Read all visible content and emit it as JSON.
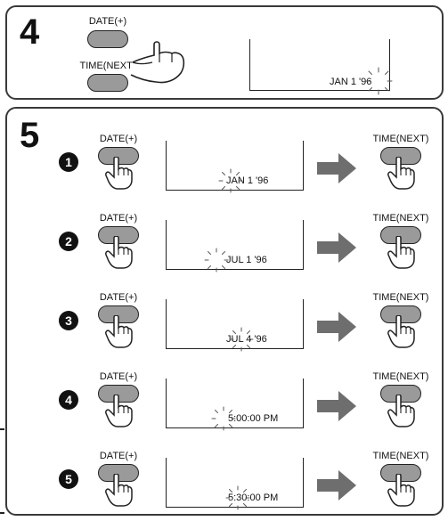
{
  "step4": {
    "number": "4",
    "date_button_label": "DATE(+)",
    "time_button_label": "TIME(NEXT)",
    "display_text": "JAN 1 '96"
  },
  "step5": {
    "number": "5",
    "rows": [
      {
        "badge": "1",
        "date_label": "DATE(+)",
        "time_label": "TIME(NEXT)",
        "display_text": "JAN 1 '96"
      },
      {
        "badge": "2",
        "date_label": "DATE(+)",
        "time_label": "TIME(NEXT)",
        "display_text": "JUL 1 '96"
      },
      {
        "badge": "3",
        "date_label": "DATE(+)",
        "time_label": "TIME(NEXT)",
        "display_text": "JUL 4 '96"
      },
      {
        "badge": "4",
        "date_label": "DATE(+)",
        "time_label": "TIME(NEXT)",
        "display_text": "5:00:00 PM"
      },
      {
        "badge": "5",
        "date_label": "DATE(+)",
        "time_label": "TIME(NEXT)",
        "display_text": "5:30:00 PM"
      }
    ]
  },
  "colors": {
    "button_fill": "#9a9a9a",
    "arrow_fill": "#6e6e6e",
    "outline": "#222222",
    "badge_fill": "#111111"
  },
  "icons": {
    "hand": "pointing-hand-icon",
    "flash": "blink-indicator-icon",
    "arrow": "right-arrow-icon"
  }
}
